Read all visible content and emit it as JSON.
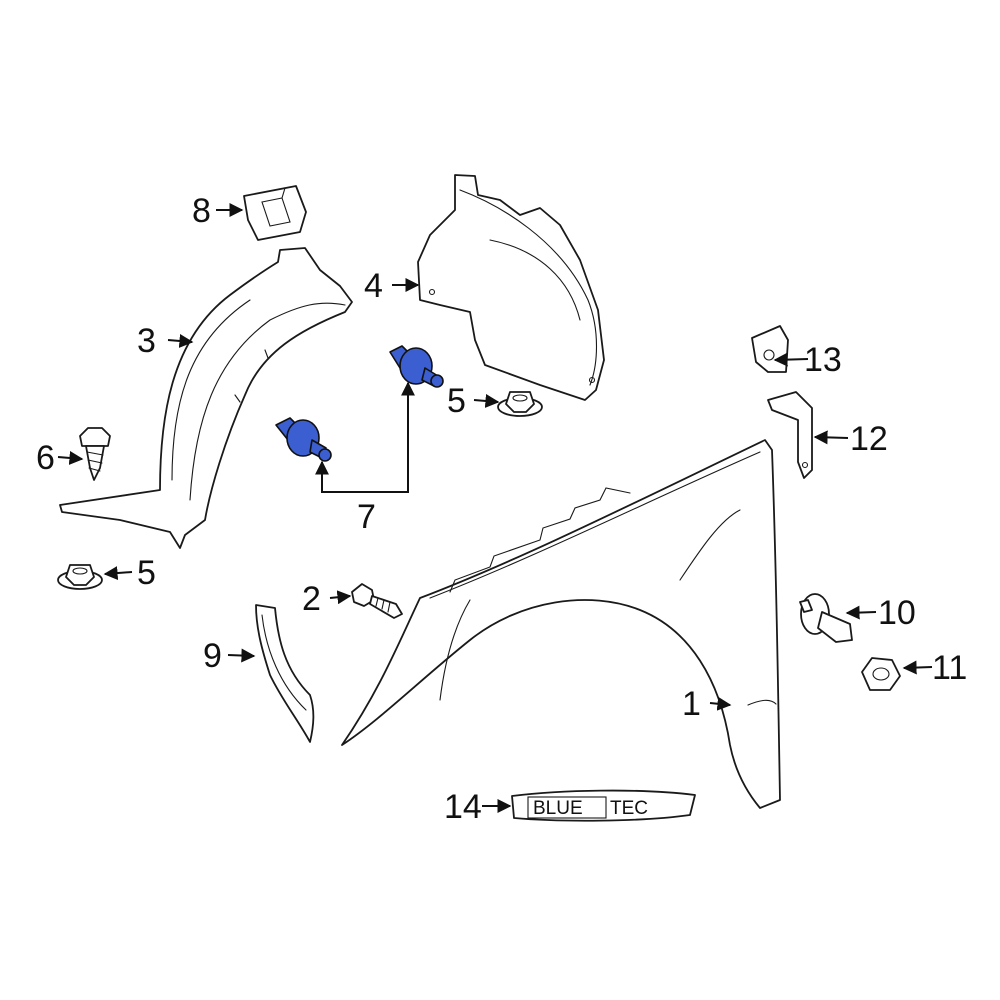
{
  "colors": {
    "highlight": "#3b5fd0",
    "line": "#1a1a1a"
  },
  "callouts": {
    "c1": "1",
    "c2": "2",
    "c3": "3",
    "c4": "4",
    "c5a": "5",
    "c5b": "5",
    "c6": "6",
    "c7": "7",
    "c8": "8",
    "c9": "9",
    "c10": "10",
    "c11": "11",
    "c12": "12",
    "c13": "13",
    "c14": "14"
  },
  "badge": {
    "left": "BLUE",
    "right": "TEC"
  }
}
